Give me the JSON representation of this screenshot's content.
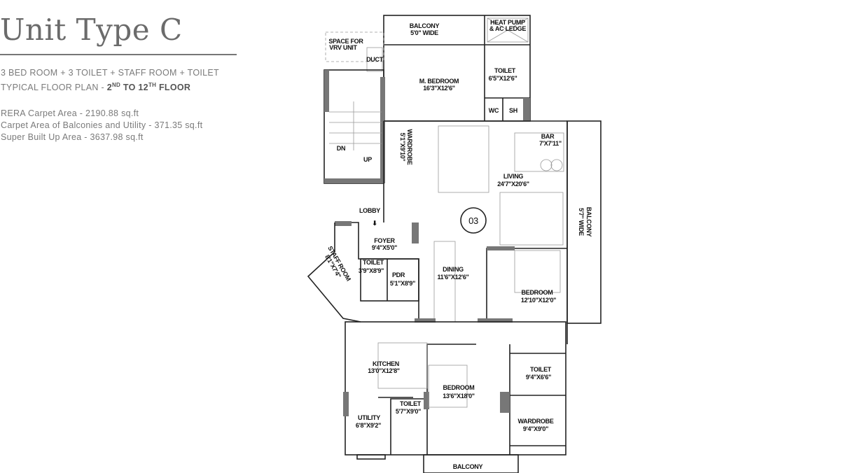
{
  "header": {
    "title": "Unit Type C",
    "config": "3 BED ROOM + 3 TOILET  + STAFF ROOM + TOILET",
    "plan_prefix": "TYPICAL FLOOR PLAN - ",
    "floor_from": "2",
    "floor_from_sup": "ND",
    "floor_to_prefix": " TO 12",
    "floor_to_sup": "TH",
    "floor_suffix": " FLOOR"
  },
  "areas": [
    "RERA Carpet Area - 2190.88 sq.ft",
    "Carpet Area of Balconies and Utility - 371.35 sq.ft",
    "Super Built Up Area - 3637.98 sq.ft"
  ],
  "plan": {
    "unit_number": "03",
    "rooms": {
      "balcony_top": {
        "name": "BALCONY",
        "size": "5'0\" WIDE"
      },
      "heat_pump": {
        "name": "HEAT PUMP",
        "size": "& AC LEDGE"
      },
      "vrv": {
        "name": "SPACE FOR",
        "size": "VRV UNIT"
      },
      "duct": {
        "name": "DUCT"
      },
      "master_bedroom": {
        "name": "M. BEDROOM",
        "size": "16'3\"X12'6\""
      },
      "toilet_master": {
        "name": "TOILET",
        "size": "6'5\"X12'6\""
      },
      "wc": {
        "name": "WC"
      },
      "sh": {
        "name": "SH"
      },
      "wardrobe_master": {
        "name": "WARDROBE",
        "size": "5'1\"X9'10\""
      },
      "stairs_dn": {
        "name": "DN"
      },
      "stairs_up": {
        "name": "UP"
      },
      "bar": {
        "name": "BAR",
        "size": "7'X7'11\""
      },
      "living": {
        "name": "LIVING",
        "size": "24'7\"X20'6\""
      },
      "balcony_right": {
        "name": "BALCONY",
        "size": "5'7\" WIDE"
      },
      "lobby": {
        "name": "LOBBY"
      },
      "foyer": {
        "name": "FOYER",
        "size": "9'4\"X5'0\""
      },
      "staff_room": {
        "name": "STAFF ROOM",
        "size": "8'1\"X7'4\""
      },
      "toilet_staff": {
        "name": "TOILET",
        "size": "3'9\"X8'9\""
      },
      "pdr": {
        "name": "PDR",
        "size": "5'1\"X8'9\""
      },
      "dining": {
        "name": "DINING",
        "size": "11'6\"X12'6\""
      },
      "bedroom_1": {
        "name": "BEDROOM",
        "size": "12'10\"X12'0\""
      },
      "kitchen": {
        "name": "KITCHEN",
        "size": "13'0\"X12'8\""
      },
      "bedroom_2": {
        "name": "BEDROOM",
        "size": "13'6\"X18'0\""
      },
      "toilet_3": {
        "name": "TOILET",
        "size": "9'4\"X6'6\""
      },
      "toilet_4": {
        "name": "TOILET",
        "size": "5'7\"X9'0\""
      },
      "utility": {
        "name": "UTILITY",
        "size": "6'8\"X9'2\""
      },
      "wardrobe_2": {
        "name": "WARDROBE",
        "size": "9'4\"X9'0\""
      },
      "balcony_bottom": {
        "name": "BALCONY"
      }
    }
  }
}
